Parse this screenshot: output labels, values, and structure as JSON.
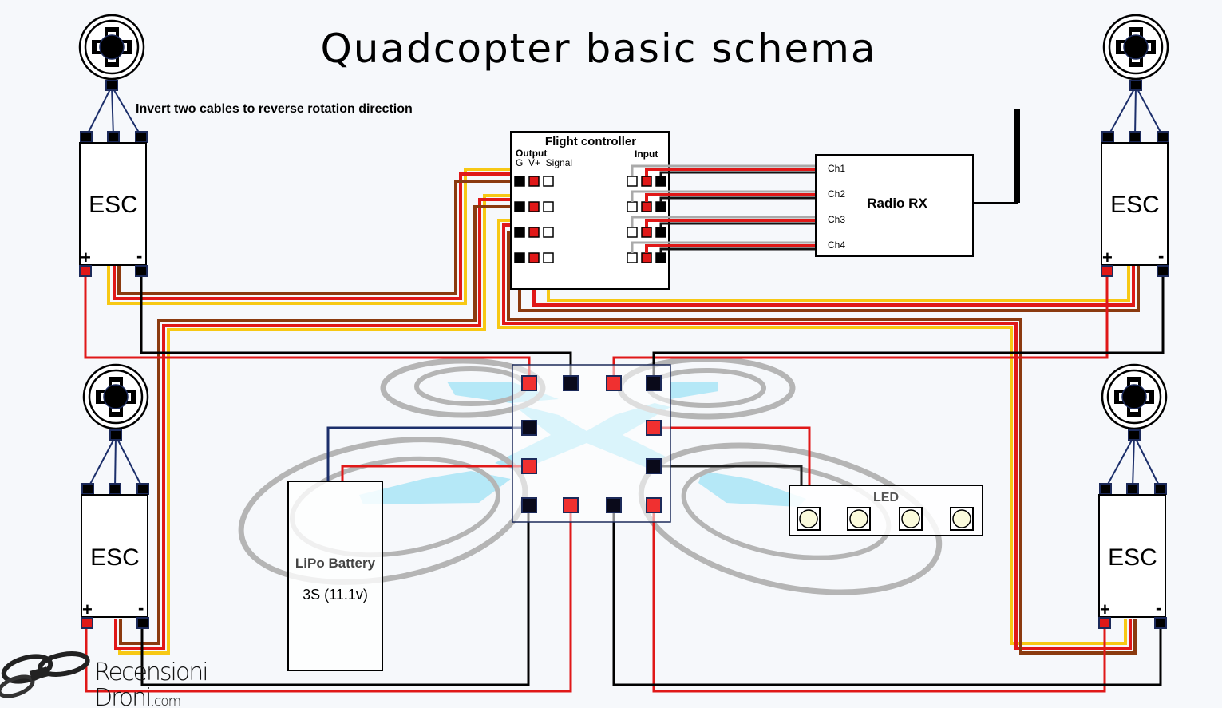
{
  "title": "Quadcopter basic schema",
  "note": "Invert two cables to reverse rotation direction",
  "colors": {
    "background": "#f6f8fb",
    "wire_red": "#e01818",
    "wire_black": "#000000",
    "wire_yellow": "#f7c814",
    "wire_brown": "#8b3a0f",
    "wire_navy": "#1c2f6b",
    "wire_gray": "#9a9a9a",
    "pad_navy": "#1c2a5a",
    "propeller_ring": "#b5b5b5",
    "frame_x": "#aee6f6",
    "led_fill": "#fbfbdc"
  },
  "escs": [
    {
      "id": "top-left",
      "label": "ESC",
      "plus": "+",
      "minus": "-"
    },
    {
      "id": "top-right",
      "label": "ESC",
      "plus": "+",
      "minus": "-"
    },
    {
      "id": "bottom-left",
      "label": "ESC",
      "plus": "+",
      "minus": "-"
    },
    {
      "id": "bottom-right",
      "label": "ESC",
      "plus": "+",
      "minus": "-"
    }
  ],
  "motors": [
    {
      "id": "top-left"
    },
    {
      "id": "top-right"
    },
    {
      "id": "bottom-left"
    },
    {
      "id": "bottom-right"
    }
  ],
  "flight_controller": {
    "title": "Flight controller",
    "output_label": "Output",
    "output_pins": "G  V+  Signal",
    "input_label": "Input",
    "output_channels": 4,
    "input_channels": 4
  },
  "radio_rx": {
    "title": "Radio RX",
    "channels": [
      "Ch1",
      "Ch2",
      "Ch3",
      "Ch4"
    ]
  },
  "battery": {
    "title": "LiPo Battery",
    "spec": "3S (11.1v)"
  },
  "led": {
    "title": "LED",
    "count": 4
  },
  "logo": {
    "line1": "Recensioni",
    "line2": "Droni",
    "line2_suffix": ".com"
  }
}
